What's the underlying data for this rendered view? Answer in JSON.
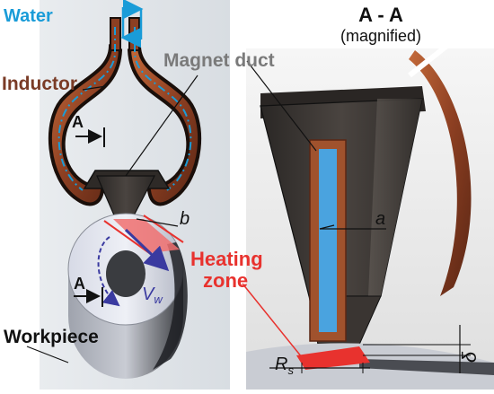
{
  "labels": {
    "water": "Water",
    "inductor": "Inductor",
    "magnet_duct": "Magnet duct",
    "section_title": "A - A",
    "section_subtitle": "(magnified)",
    "section_mark_top": "A",
    "section_mark_bottom": "A",
    "dim_b": "b",
    "dim_a": "a",
    "velocity_main": "V",
    "velocity_sub": "w",
    "heating_line1": "Heating",
    "heating_line2": "zone",
    "workpiece": "Workpiece",
    "radius_main": "R",
    "radius_sub": "s",
    "delta": "δ"
  },
  "colors": {
    "water": "#1a9cd8",
    "inductor": "#7a3b26",
    "copper": "#a0522d",
    "duct": "#3f3a36",
    "heating": "#e8322e",
    "velocity": "#3a3aa0",
    "channel": "#4aa3df"
  }
}
